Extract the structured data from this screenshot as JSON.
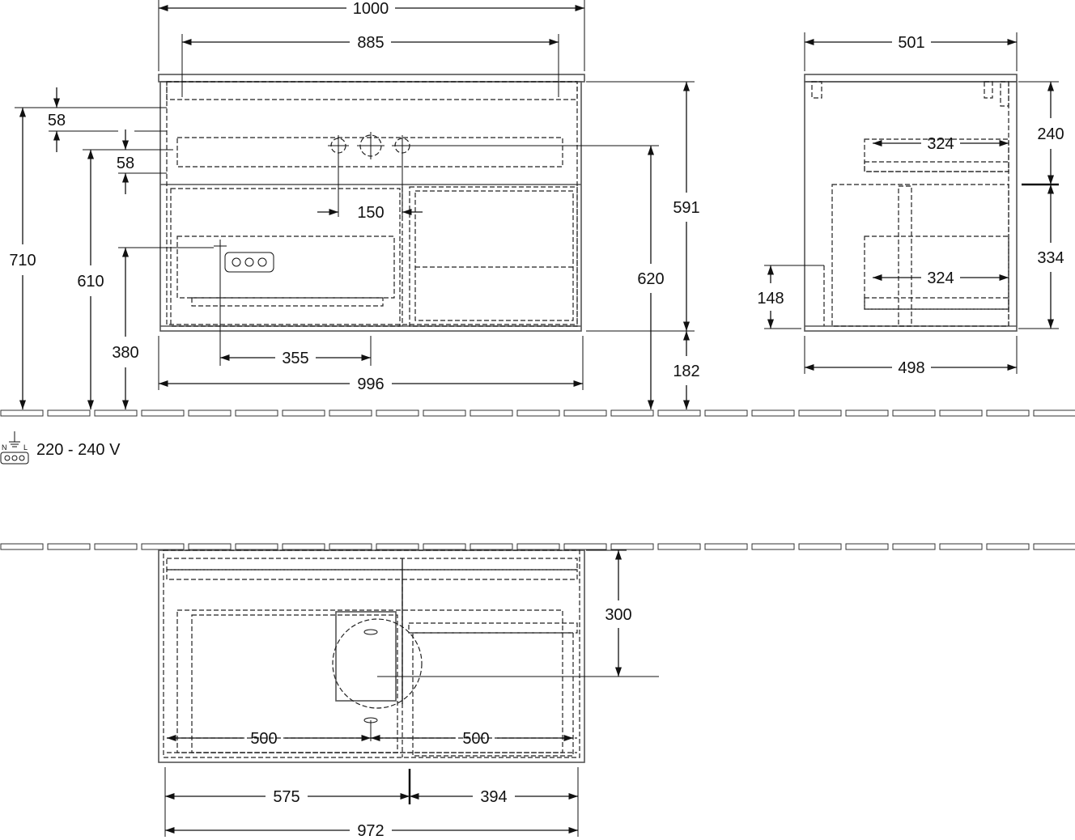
{
  "front_view": {
    "dims": {
      "overall_width": "1000",
      "inner_width": "885",
      "top_offset_a": "58",
      "top_offset_b": "58",
      "height_710": "710",
      "height_610": "610",
      "height_380": "380",
      "tap_spacing": "150",
      "socket_offset": "355",
      "body_width": "996",
      "body_height": "591",
      "mount_height": "620",
      "floor_gap": "182"
    }
  },
  "side_view": {
    "dims": {
      "top_depth": "501",
      "drawer_upper": "324",
      "drawer_lower": "324",
      "height_240": "240",
      "height_334": "334",
      "height_148": "148",
      "body_depth": "498"
    }
  },
  "power": {
    "voltage": "220 - 240 V",
    "icon": "power-socket-icon"
  },
  "top_view": {
    "dims": {
      "depth_300": "300",
      "drawer_left": "500",
      "drawer_right": "500",
      "left_width": "575",
      "right_width": "394",
      "total_width": "972"
    }
  }
}
